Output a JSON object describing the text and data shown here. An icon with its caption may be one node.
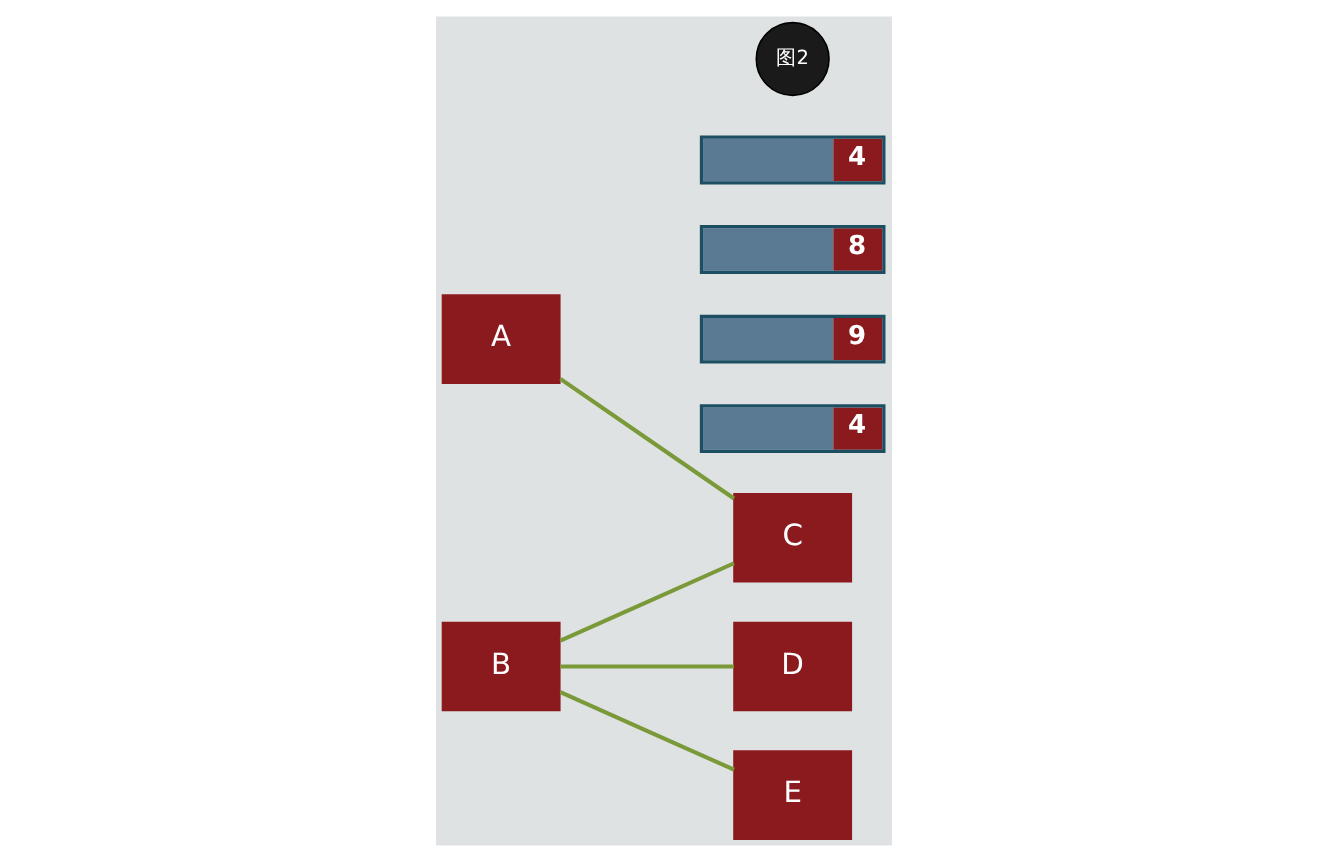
{
  "diagram": {
    "nodes": [
      {
        "text": [
          "A"
        ]
      },
      {
        "text": [
          "B"
        ]
      },
      {
        "text": [
          "C"
        ]
      },
      {
        "text": [
          "D"
        ]
      },
      {
        "text": [
          "E"
        ]
      },
      {
        "text": [
          "4"
        ]
      },
      {
        "text": [
          "8"
        ]
      },
      {
        "text": [
          "9"
        ]
      },
      {
        "text": [
          "4"
        ]
      }
    ],
    "edges": [
      {
        "from": 0,
        "to": 2,
        "arrow": "none"
      },
      {
        "from": 1,
        "to": 2,
        "arrow": "none"
      },
      {
        "from": 1,
        "to": 3,
        "arrow": "none"
      },
      {
        "from": 1,
        "to": 4,
        "arrow": "none"
      }
    ],
    "labels": [
      "图2"
    ]
  }
}
